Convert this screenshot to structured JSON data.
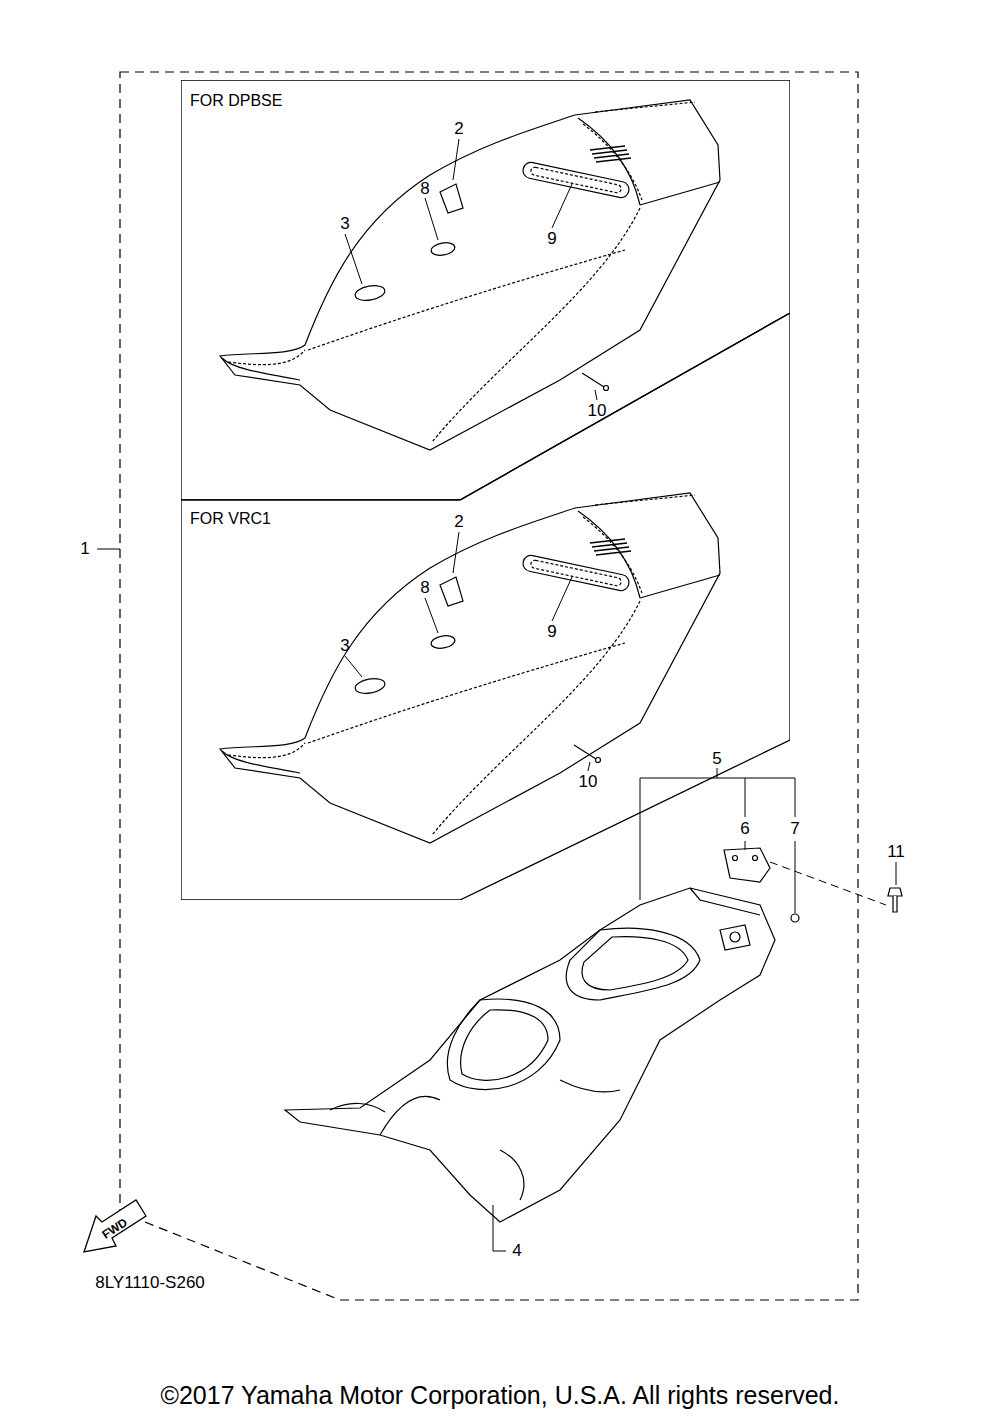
{
  "diagram": {
    "caption": "©2017 Yamaha Motor Corporation, U.S.A. All rights reserved.",
    "nodes": [
      {
        "text": [
          "FOR DPBSE"
        ]
      },
      {
        "text": [
          "FOR VRC1"
        ]
      }
    ],
    "labels": [
      "2",
      "8",
      "9",
      "3",
      "10",
      "1",
      "2",
      "8",
      "9",
      "3",
      "10",
      "5",
      "6",
      "7",
      "11",
      "4",
      "FWD",
      "8LY1110-S260"
    ]
  }
}
